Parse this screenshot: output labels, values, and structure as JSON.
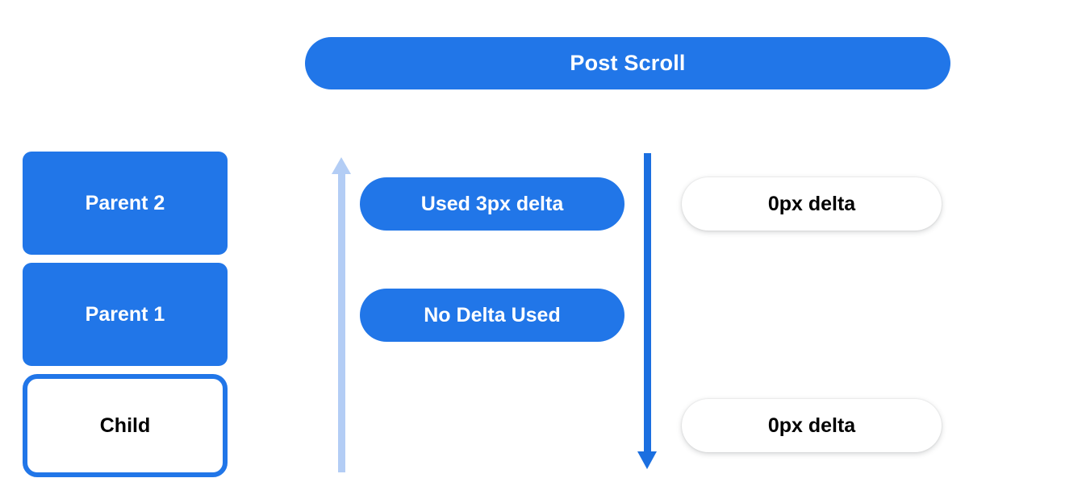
{
  "header": {
    "title": "Post Scroll",
    "color": "#2176e8",
    "text_color": "#ffffff"
  },
  "left_column": {
    "boxes": [
      {
        "label": "Parent 2",
        "style": "filled",
        "fill": "#2176e8",
        "text_color": "#ffffff"
      },
      {
        "label": "Parent 1",
        "style": "filled",
        "fill": "#2176e8",
        "text_color": "#ffffff"
      },
      {
        "label": "Child",
        "style": "outlined",
        "fill": "#ffffff",
        "border_color": "#2176e8",
        "text_color": "#000000"
      }
    ]
  },
  "arrows": [
    {
      "name": "up-arrow",
      "direction": "up",
      "color": "#b3cdf5",
      "description": "light blue arrow pointing up"
    },
    {
      "name": "down-arrow",
      "direction": "down",
      "color": "#1b6fe0",
      "description": "blue arrow pointing down"
    }
  ],
  "center_column": {
    "pills": [
      {
        "label": "Used 3px delta",
        "fill": "#2176e8",
        "text_color": "#ffffff"
      },
      {
        "label": "No Delta Used",
        "fill": "#2176e8",
        "text_color": "#ffffff"
      }
    ]
  },
  "right_column": {
    "pills": [
      {
        "label": "0px delta",
        "fill": "#ffffff",
        "text_color": "#000000"
      },
      {
        "label": "0px delta",
        "fill": "#ffffff",
        "text_color": "#000000"
      }
    ]
  }
}
